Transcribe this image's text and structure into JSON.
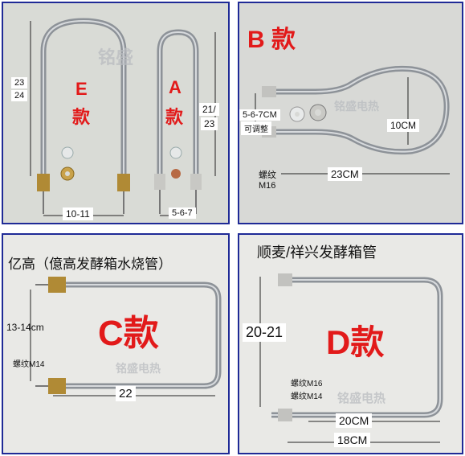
{
  "panel_e_a": {
    "model_e": "E",
    "model_a": "A",
    "kuan": "款",
    "height_e_1": "23",
    "height_e_2": "24",
    "height_a_1": "21/",
    "height_a_2": "23",
    "width_e": "10-11",
    "width_a": "5-6-7",
    "watermark": "铭盛"
  },
  "panel_b": {
    "title": "B 款",
    "spacing": "5-6-7CM",
    "adjustable": "可调整",
    "height": "10CM",
    "width": "23CM",
    "thread_1": "螺纹",
    "thread_2": "M16",
    "watermark": "铭盛电热"
  },
  "panel_c": {
    "heading": "亿高（億高发酵箱水烧管）",
    "model": "C款",
    "height": "13-14cm",
    "thread": "螺纹M14",
    "width": "22",
    "watermark": "铭盛电热"
  },
  "panel_d": {
    "heading": "顺麦/祥兴发酵箱管",
    "model": "D款",
    "height": "20-21",
    "thread_1": "螺纹M16",
    "thread_2": "螺纹M14",
    "width_inner": "20CM",
    "width_outer": "18CM",
    "watermark": "铭盛电热"
  },
  "colors": {
    "frame": "#1f2a96",
    "model_red": "#e21a1a",
    "tube_steel": "#a9aeb4",
    "brass_fitting": "#b08a35"
  }
}
